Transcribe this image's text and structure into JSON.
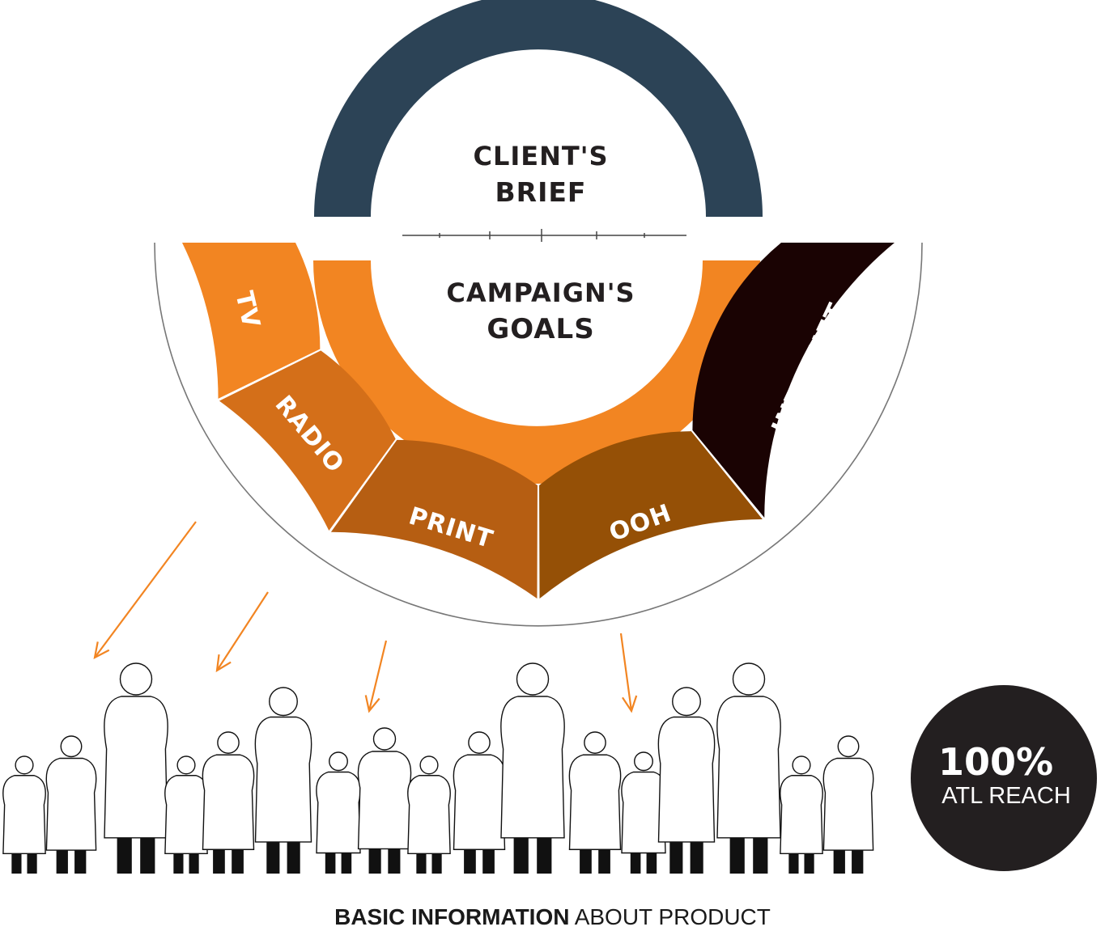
{
  "colors": {
    "navy": "#2c4356",
    "orange": "#f28522",
    "tv": "#f28522",
    "radio": "#d46f19",
    "print": "#b65e12",
    "ooh": "#955006",
    "internet": "#1a0303",
    "dark": "#231f20"
  },
  "brief": {
    "line1": "CLIENT'S",
    "line2": "BRIEF"
  },
  "goals": {
    "line1": "CAMPAIGN'S",
    "line2": "GOALS"
  },
  "channels": [
    {
      "label": "TV",
      "color": "#f28522"
    },
    {
      "label": "RADIO",
      "color": "#d46f19"
    },
    {
      "label": "PRINT",
      "color": "#b65e12"
    },
    {
      "label": "OOH",
      "color": "#955006"
    },
    {
      "label": "INTERNET",
      "color": "#1a0303"
    }
  ],
  "reach": {
    "value": "100%",
    "label": "ATL REACH"
  },
  "caption": {
    "bold": "BASIC INFORMATION",
    "rest": "ABOUT PRODUCT"
  },
  "icons": [
    "arrow-icon",
    "family-silhouette-icon"
  ]
}
